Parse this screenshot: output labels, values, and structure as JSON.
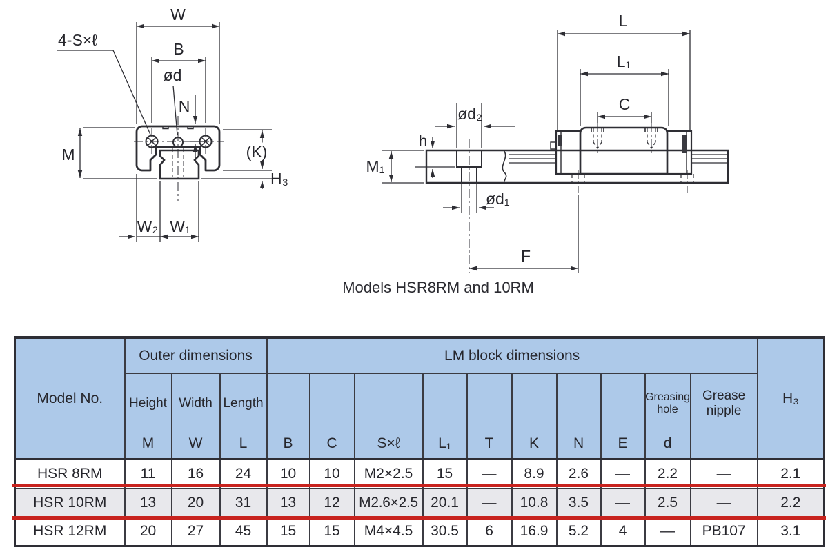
{
  "title": "Models HSR8RM and 10RM",
  "diagram_front": {
    "labels": {
      "screw": "4-S×ℓ",
      "W": "W",
      "B": "B",
      "d": "ød",
      "N": "N",
      "M": "M",
      "K": "(K)",
      "H3": "H₃",
      "W2": "W₂",
      "W1": "W₁"
    }
  },
  "diagram_side": {
    "labels": {
      "L": "L",
      "L1": "L₁",
      "C": "C",
      "d2": "ød₂",
      "h": "h",
      "M1": "M₁",
      "d1": "ød₁",
      "F": "F"
    }
  },
  "table": {
    "model_header": "Model No.",
    "groups": {
      "outer": "Outer dimensions",
      "lm": "LM block dimensions"
    },
    "h3_header": "H₃",
    "columns": [
      {
        "label": "Height",
        "symbol": "M"
      },
      {
        "label": "Width",
        "symbol": "W"
      },
      {
        "label": "Length",
        "symbol": "L"
      },
      {
        "label": "",
        "symbol": "B"
      },
      {
        "label": "",
        "symbol": "C"
      },
      {
        "label": "",
        "symbol": "S×ℓ"
      },
      {
        "label": "",
        "symbol": "L₁"
      },
      {
        "label": "",
        "symbol": "T"
      },
      {
        "label": "",
        "symbol": "K"
      },
      {
        "label": "",
        "symbol": "N"
      },
      {
        "label": "",
        "symbol": "E"
      },
      {
        "label": "Greasing hole",
        "symbol": "d"
      },
      {
        "label": "Grease nipple",
        "symbol": ""
      }
    ],
    "rows": [
      {
        "model": "HSR 8RM",
        "highlight": false,
        "values": [
          "11",
          "16",
          "24",
          "10",
          "10",
          "M2×2.5",
          "15",
          "—",
          "8.9",
          "2.6",
          "—",
          "2.2",
          "—",
          "2.1"
        ]
      },
      {
        "model": "HSR 10RM",
        "highlight": true,
        "values": [
          "13",
          "20",
          "31",
          "13",
          "12",
          "M2.6×2.5",
          "20.1",
          "—",
          "10.8",
          "3.5",
          "—",
          "2.5",
          "—",
          "2.2"
        ]
      },
      {
        "model": "HSR 12RM",
        "highlight": false,
        "values": [
          "20",
          "27",
          "45",
          "15",
          "15",
          "M4×4.5",
          "30.5",
          "6",
          "16.9",
          "5.2",
          "4",
          "—",
          "PB107",
          "3.1"
        ]
      }
    ]
  },
  "colors": {
    "header_blue": "#adc9e9",
    "highlight_bg": "#e8e8ec",
    "highlight_red": "#c8231e",
    "line_dark": "#2e2e34"
  }
}
